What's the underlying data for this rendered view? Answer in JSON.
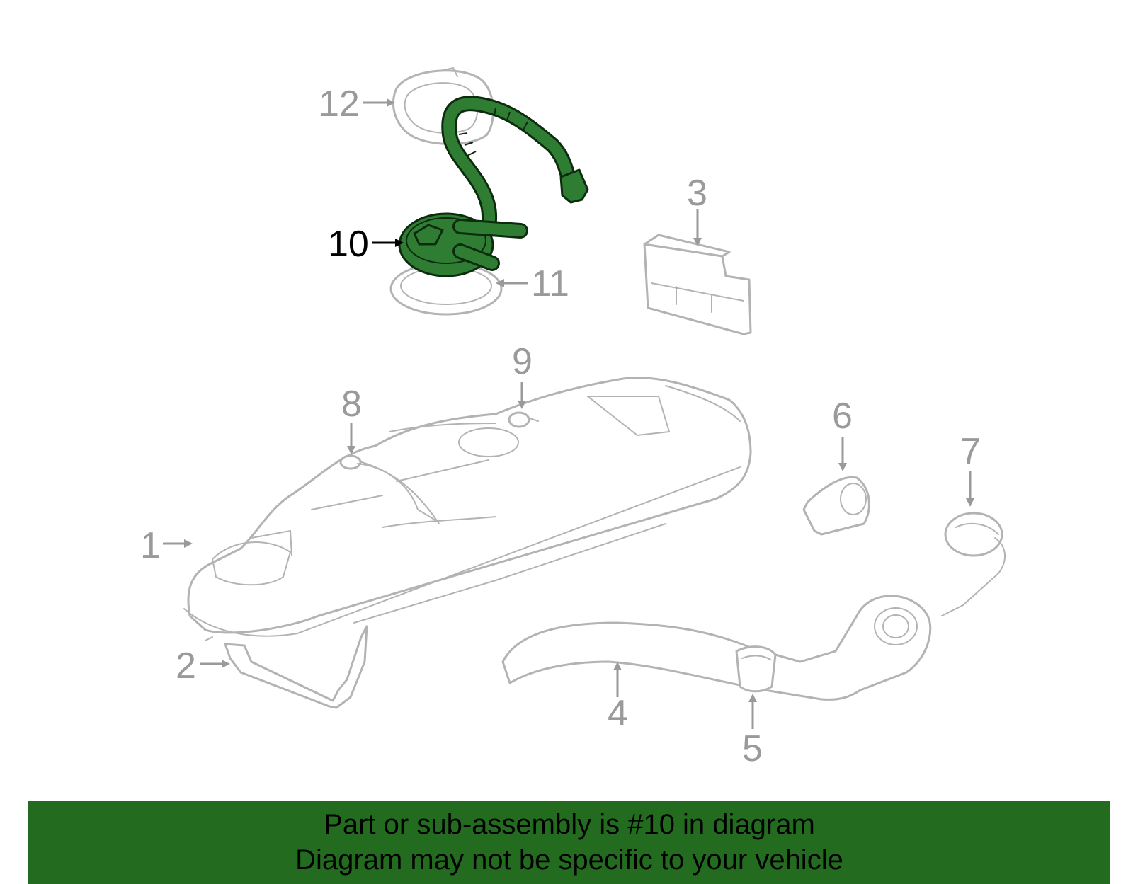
{
  "diagram": {
    "highlighted_part": "10",
    "highlight_color": "#2e7d32",
    "callouts": {
      "c1": "1",
      "c2": "2",
      "c3": "3",
      "c4": "4",
      "c5": "5",
      "c6": "6",
      "c7": "7",
      "c8": "8",
      "c9": "9",
      "c10": "10",
      "c11": "11",
      "c12": "12"
    }
  },
  "banner": {
    "line1": "Part or sub-assembly is #10 in diagram",
    "line2": "Diagram may not be specific to your vehicle",
    "background_color": "#236b1f"
  }
}
